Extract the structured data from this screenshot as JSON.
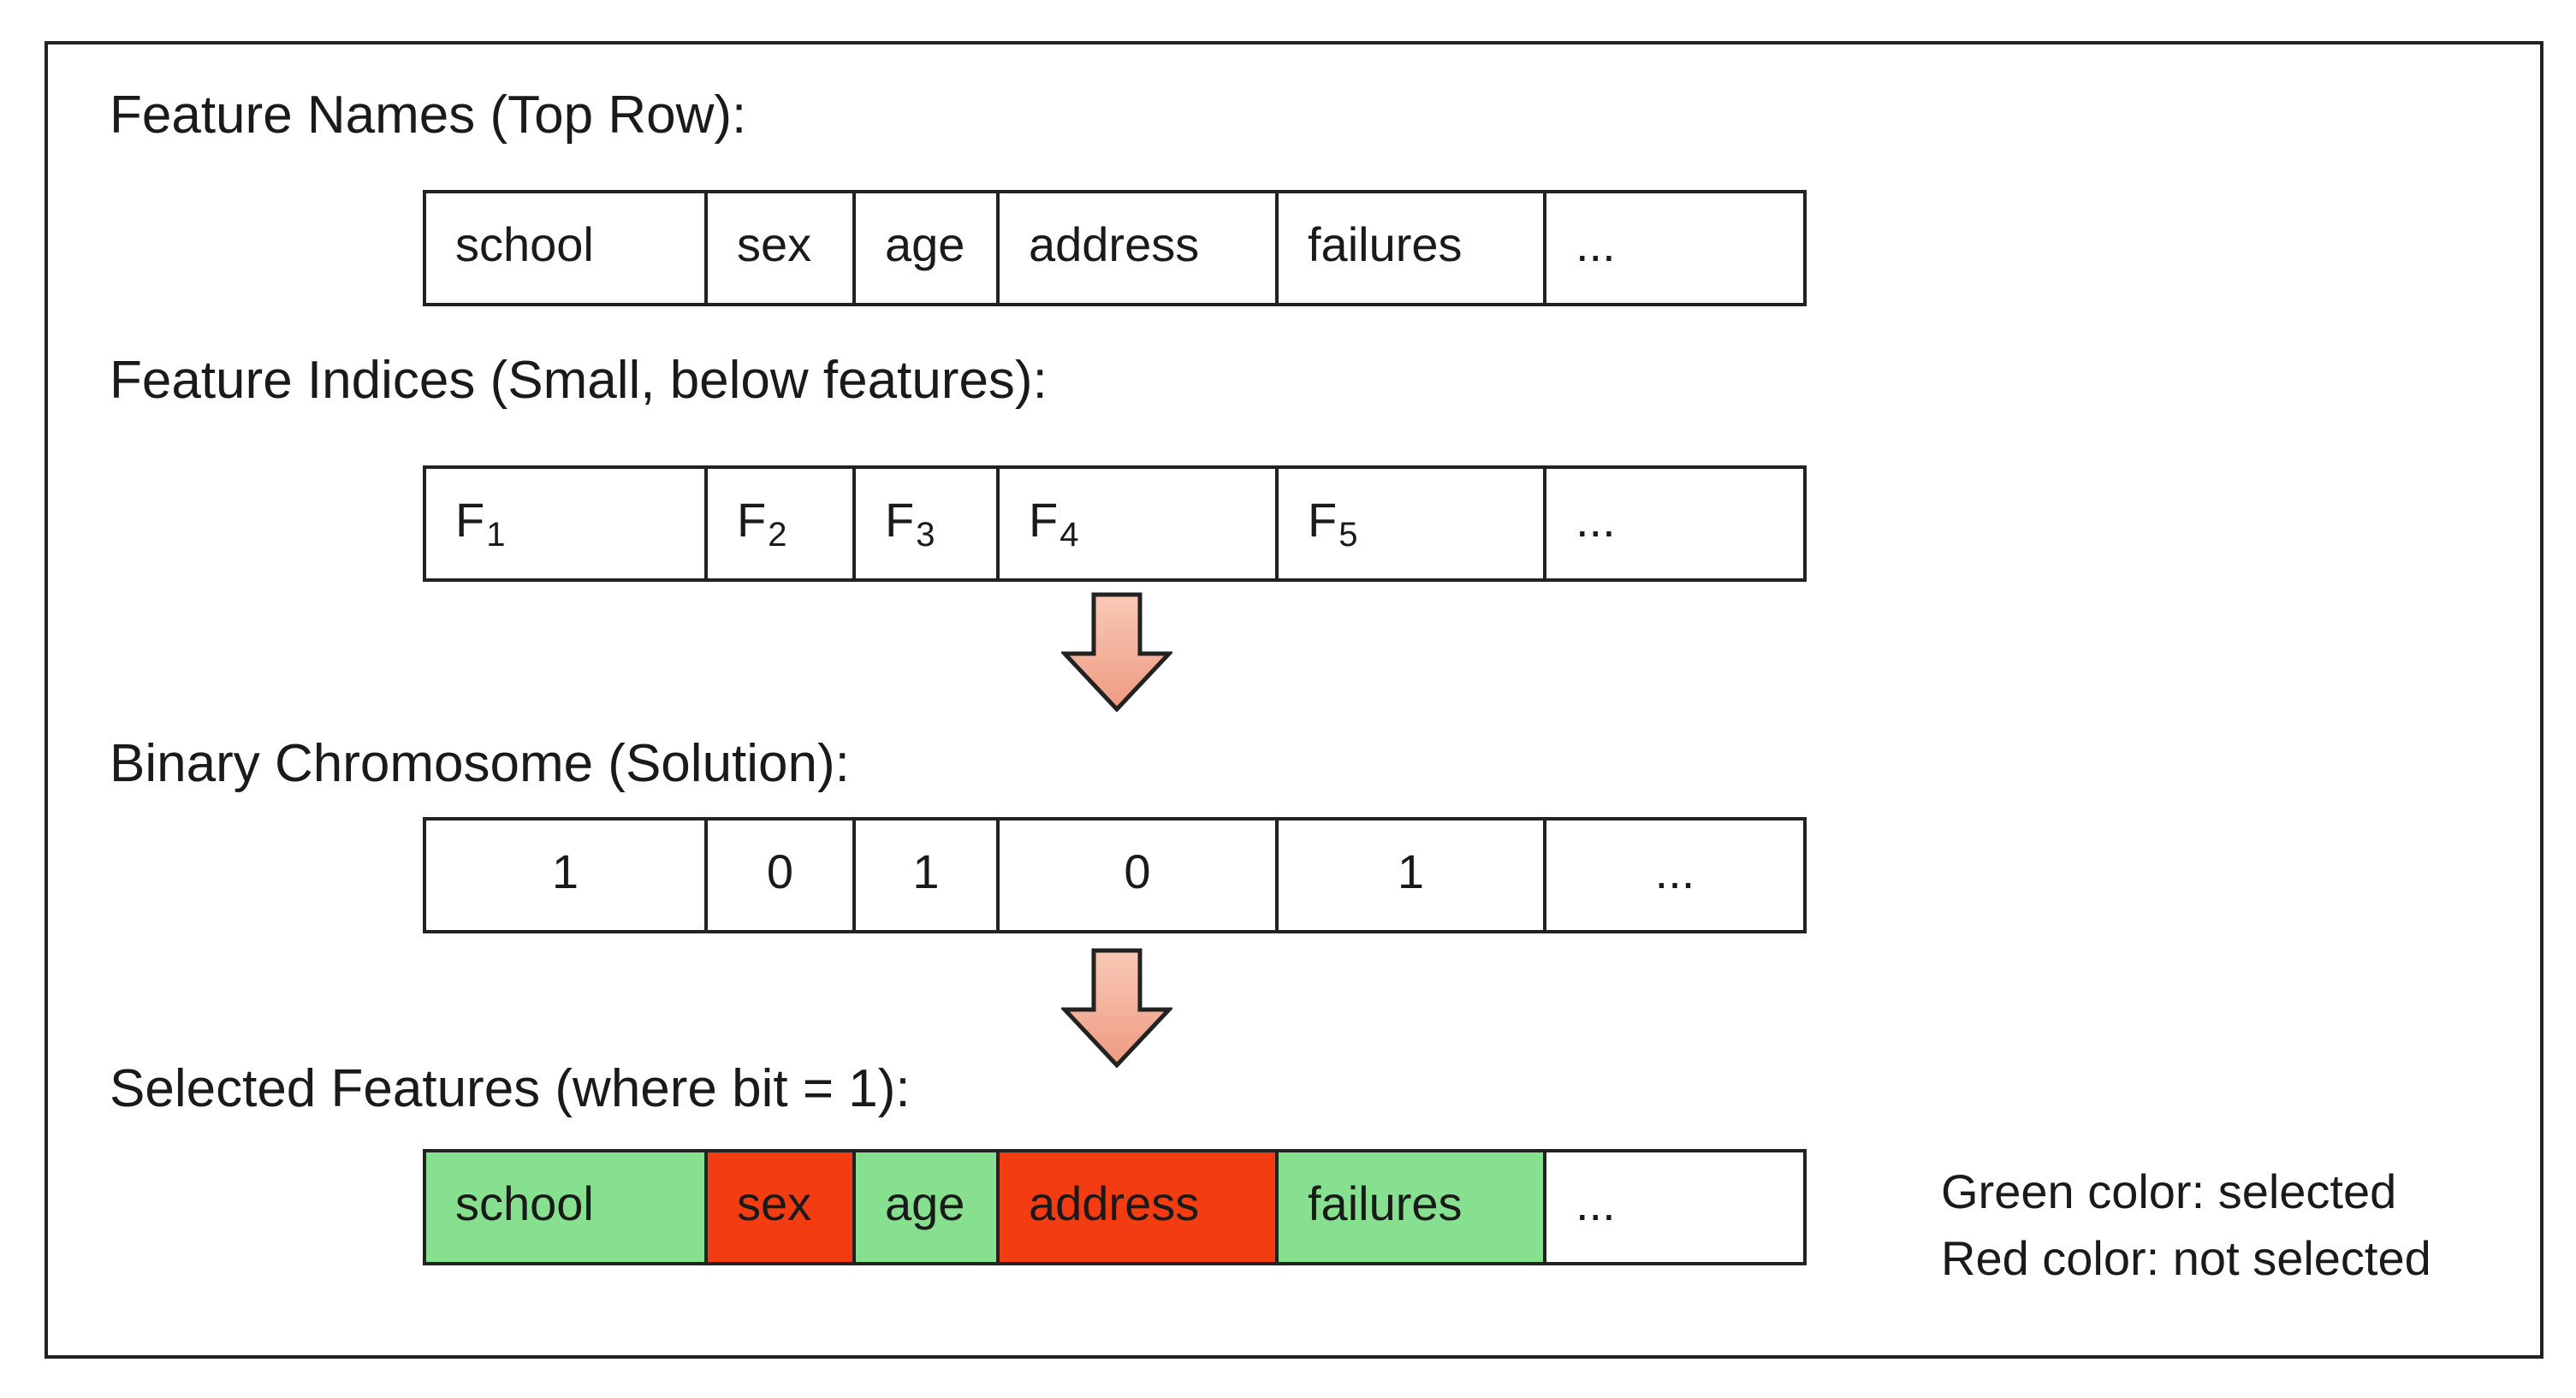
{
  "headings": {
    "names": "Feature Names (Top Row):",
    "indices": "Feature Indices (Small, below features):",
    "chromosome": "Binary Chromosome (Solution):",
    "selected": "Selected Features (where bit = 1):"
  },
  "feature_names": [
    "school",
    "sex",
    "age",
    "address",
    "failures",
    "..."
  ],
  "feature_indices": [
    {
      "base": "F",
      "sub": "1"
    },
    {
      "base": "F",
      "sub": "2"
    },
    {
      "base": "F",
      "sub": "3"
    },
    {
      "base": "F",
      "sub": "4"
    },
    {
      "base": "F",
      "sub": "5"
    },
    {
      "base": "...",
      "sub": ""
    }
  ],
  "chromosome": [
    "1",
    "0",
    "1",
    "0",
    "1",
    "..."
  ],
  "selected_features": [
    {
      "label": "school",
      "status": "selected"
    },
    {
      "label": "sex",
      "status": "not-selected"
    },
    {
      "label": "age",
      "status": "selected"
    },
    {
      "label": "address",
      "status": "not-selected"
    },
    {
      "label": "failures",
      "status": "selected"
    },
    {
      "label": "...",
      "status": "none"
    }
  ],
  "legend": {
    "green": "Green color: selected",
    "red": "Red color: not selected"
  },
  "colors": {
    "selected": "#86e08f",
    "not_selected": "#f43c13",
    "none": "#ffffff",
    "arrow_top": "#f8c9b6",
    "arrow_bottom": "#ef9a82",
    "arrow_stroke": "#222222"
  }
}
